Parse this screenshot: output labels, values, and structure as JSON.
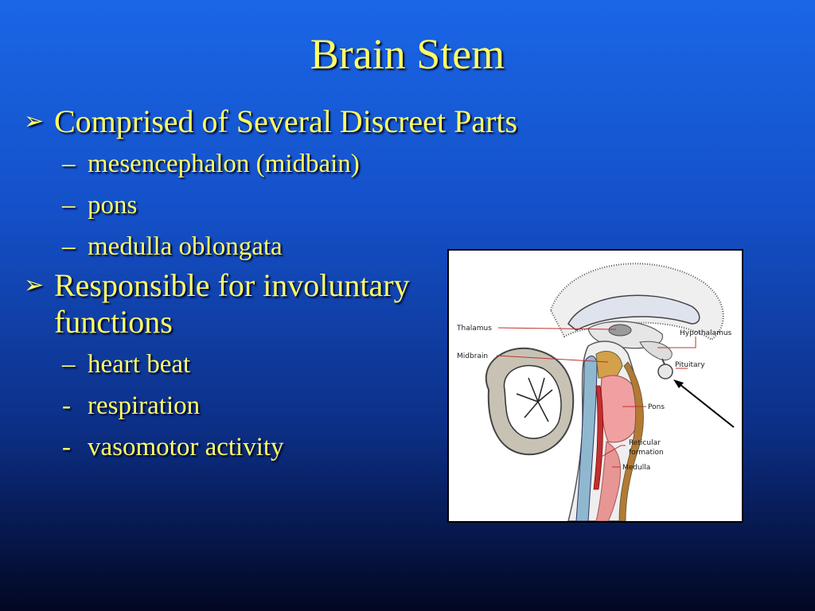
{
  "slide": {
    "title": "Brain Stem",
    "bullets": [
      {
        "text": "Comprised of Several Discreet Parts",
        "subitems": [
          "mesencephalon (midbain)",
          "pons",
          "medulla oblongata"
        ]
      },
      {
        "text": "Responsible for involuntary functions",
        "subitems": [
          "heart beat",
          "respiration",
          "vasomotor activity"
        ]
      }
    ],
    "bullet_icon": "arrow-bullet-icon",
    "colors": {
      "text": "#ffff66",
      "background_top": "#1a66e6",
      "background_bottom": "#020722"
    }
  },
  "figure": {
    "labels": {
      "thalamus": "Thalamus",
      "midbrain": "Midbrain",
      "hypothalamus": "Hypothalamus",
      "pituitary": "Pituitary",
      "pons": "Pons",
      "reticular_formation_line1": "Reticular",
      "reticular_formation_line2": "formation",
      "medulla": "Medulla"
    }
  }
}
